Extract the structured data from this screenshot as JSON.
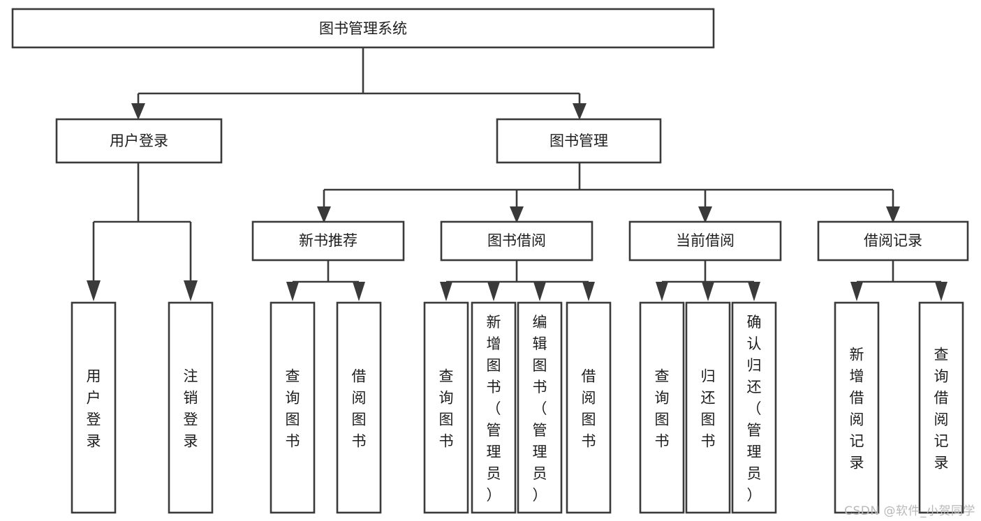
{
  "diagram": {
    "title": "图书管理系统",
    "type": "tree-hierarchy-diagram",
    "watermark": "CSDN @软件_小贺同学",
    "colors": {
      "stroke": "#3a3a3a",
      "fill": "#ffffff",
      "text": "#1d1d1d",
      "watermark": "#b9b9b9"
    },
    "nodes": {
      "root": {
        "label": "图书管理系统"
      },
      "level2": [
        {
          "id": "user-login",
          "label": "用户登录"
        },
        {
          "id": "book-manage",
          "label": "图书管理"
        }
      ],
      "level3": [
        {
          "id": "new-book-recommend",
          "label": "新书推荐"
        },
        {
          "id": "book-borrow",
          "label": "图书借阅"
        },
        {
          "id": "current-borrow",
          "label": "当前借阅"
        },
        {
          "id": "borrow-record",
          "label": "借阅记录"
        }
      ],
      "leaves": {
        "user-login": [
          {
            "id": "leaf-user-login",
            "label": "用户登录"
          },
          {
            "id": "leaf-user-logout",
            "label": "注销登录"
          }
        ],
        "new-book-recommend": [
          {
            "id": "leaf-query-book-1",
            "label": "查询图书"
          },
          {
            "id": "leaf-borrow-book-1",
            "label": "借阅图书"
          }
        ],
        "book-borrow": [
          {
            "id": "leaf-query-book-2",
            "label": "查询图书"
          },
          {
            "id": "leaf-add-book",
            "label": "新增图书（管理员）"
          },
          {
            "id": "leaf-edit-book",
            "label": "编辑图书（管理员）"
          },
          {
            "id": "leaf-borrow-book-2",
            "label": "借阅图书"
          }
        ],
        "current-borrow": [
          {
            "id": "leaf-query-book-3",
            "label": "查询图书"
          },
          {
            "id": "leaf-return-book",
            "label": "归还图书"
          },
          {
            "id": "leaf-confirm-return",
            "label": "确认归还（管理员）"
          }
        ],
        "borrow-record": [
          {
            "id": "leaf-add-borrow-record",
            "label": "新增借阅记录"
          },
          {
            "id": "leaf-query-borrow-record",
            "label": "查询借阅记录"
          }
        ]
      }
    }
  }
}
